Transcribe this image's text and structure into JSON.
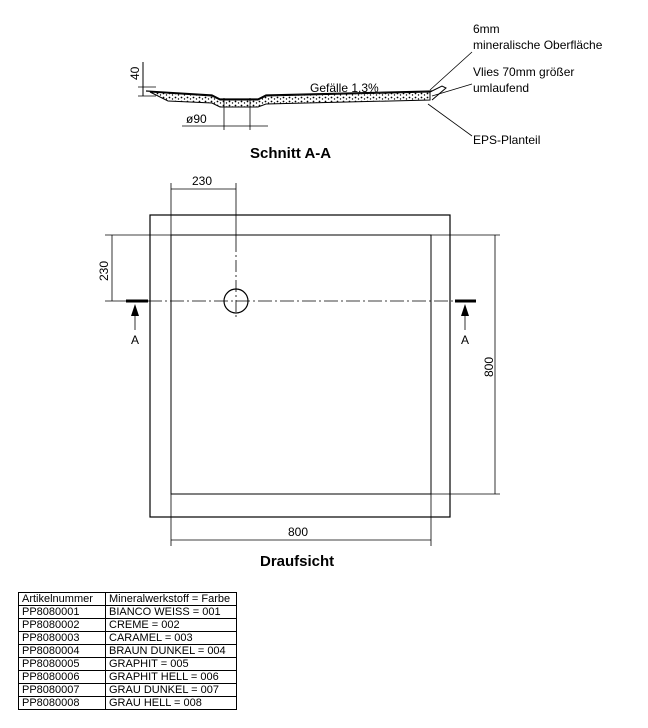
{
  "section": {
    "title": "Schnitt A-A",
    "dim_height": "40",
    "dim_drain": "ø90",
    "slope": "Gefälle 1,3%",
    "notes": {
      "surface_line1": "6mm",
      "surface_line2": "mineralische Oberfläche",
      "fleece_line1": "Vlies 70mm größer",
      "fleece_line2": "umlaufend",
      "eps": "EPS-Planteil"
    }
  },
  "plan": {
    "title": "Draufsicht",
    "dim_top": "230",
    "dim_left": "230",
    "dim_right": "800",
    "dim_bottom": "800",
    "cut_marker": "A"
  },
  "spec_table": {
    "headers": [
      "Artikelnummer",
      "Mineralwerkstoff = Farbe"
    ],
    "rows": [
      [
        "PP8080001",
        "BIANCO WEISS = 001"
      ],
      [
        "PP8080002",
        "CREME = 002"
      ],
      [
        "PP8080003",
        "CARAMEL = 003"
      ],
      [
        "PP8080004",
        "BRAUN DUNKEL = 004"
      ],
      [
        "PP8080005",
        "GRAPHIT = 005"
      ],
      [
        "PP8080006",
        "GRAPHIT HELL = 006"
      ],
      [
        "PP8080007",
        "GRAU DUNKEL = 007"
      ],
      [
        "PP8080008",
        "GRAU HELL = 008"
      ]
    ]
  }
}
